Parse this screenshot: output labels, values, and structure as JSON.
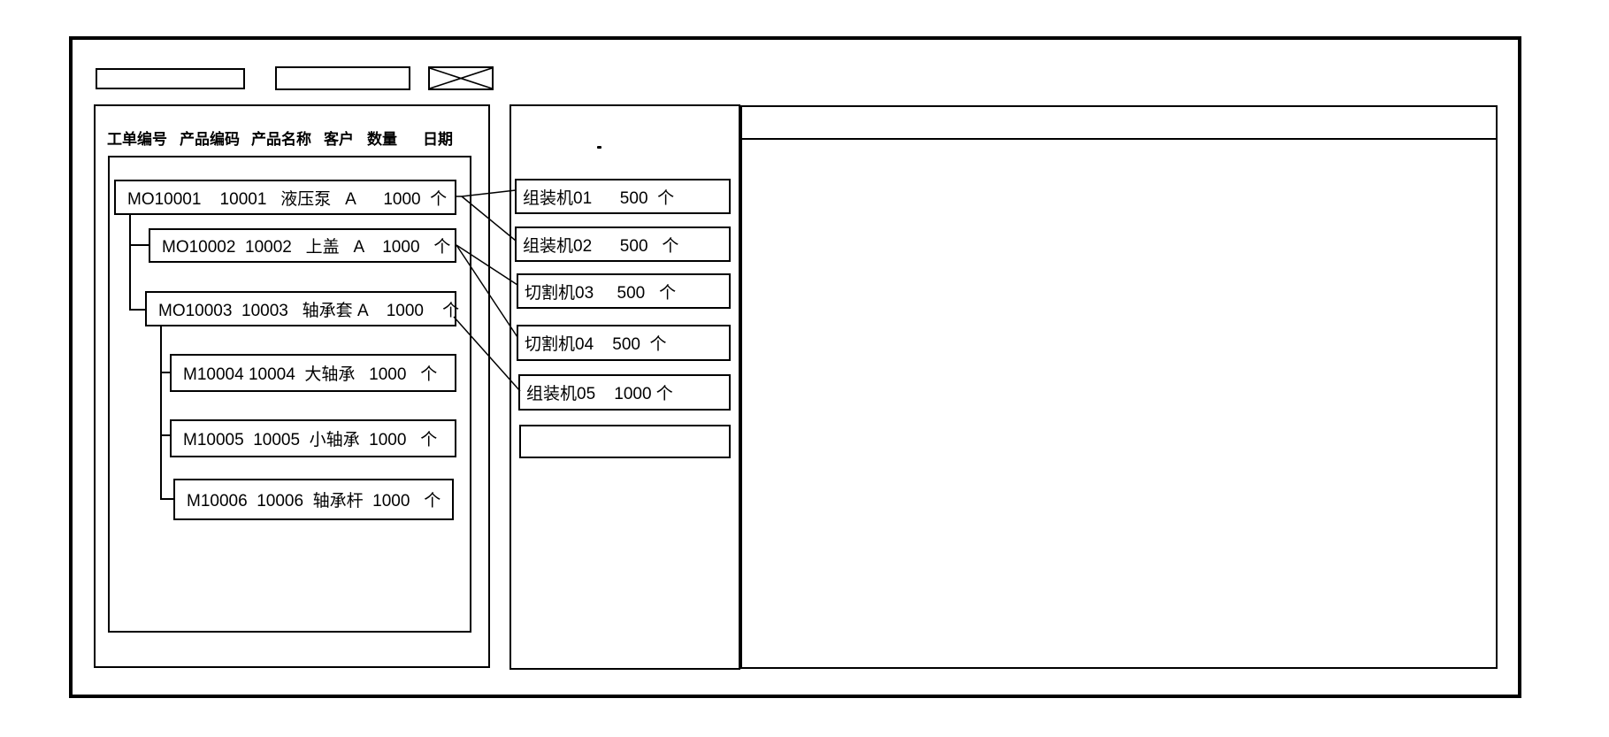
{
  "window": {
    "toolbar": {
      "placeholder_field_1": "",
      "placeholder_field_2": "",
      "close_icon": "x-crossed-box"
    }
  },
  "left_panel": {
    "columns": [
      "工单编号",
      "产品编码",
      "产品名称",
      "客户",
      "数量",
      "日期"
    ],
    "orders": [
      {
        "text": "MO10001    10001   液压泵   A      1000  个",
        "order_no": "MO10001",
        "product_code": "10001",
        "product_name": "液压泵",
        "customer": "A",
        "qty": "1000",
        "unit": "个",
        "level": 0
      },
      {
        "text": "MO10002  10002   上盖   A    1000   个",
        "order_no": "MO10002",
        "product_code": "10002",
        "product_name": "上盖",
        "customer": "A",
        "qty": "1000",
        "unit": "个",
        "level": 1
      },
      {
        "text": "MO10003  10003   轴承套 A    1000    个",
        "order_no": "MO10003",
        "product_code": "10003",
        "product_name": "轴承套",
        "customer": "A",
        "qty": "1000",
        "unit": "个",
        "level": 1
      },
      {
        "text": "M10004 10004  大轴承   1000   个",
        "order_no": "M10004",
        "product_code": "10004",
        "product_name": "大轴承",
        "customer": "",
        "qty": "1000",
        "unit": "个",
        "level": 2
      },
      {
        "text": "M10005  10005  小轴承  1000   个",
        "order_no": "M10005",
        "product_code": "10005",
        "product_name": "小轴承",
        "customer": "",
        "qty": "1000",
        "unit": "个",
        "level": 2
      },
      {
        "text": "M10006  10006  轴承杆  1000   个",
        "order_no": "M10006",
        "product_code": "10006",
        "product_name": "轴承杆",
        "customer": "",
        "qty": "1000",
        "unit": "个",
        "level": 2
      }
    ]
  },
  "machine_panel": {
    "note_dot": ".",
    "items": [
      {
        "text": "组装机01      500  个",
        "machine": "组装机01",
        "qty": "500",
        "unit": "个"
      },
      {
        "text": "组装机02      500   个",
        "machine": "组装机02",
        "qty": "500",
        "unit": "个"
      },
      {
        "text": "切割机03     500   个",
        "machine": "切割机03",
        "qty": "500",
        "unit": "个"
      },
      {
        "text": "切割机04    500  个",
        "machine": "切割机04",
        "qty": "500",
        "unit": "个"
      },
      {
        "text": "组装机05    1000 个",
        "machine": "组装机05",
        "qty": "1000",
        "unit": "个"
      },
      {
        "text": "",
        "machine": "",
        "qty": "",
        "unit": ""
      }
    ]
  },
  "right_panel": {
    "header": "",
    "body": ""
  },
  "connections": [
    {
      "from": "MO10001",
      "to": "组装机01"
    },
    {
      "from": "MO10001",
      "to": "组装机02"
    },
    {
      "from": "MO10002",
      "to": "切割机03"
    },
    {
      "from": "MO10002",
      "to": "切割机04"
    },
    {
      "from": "MO10003",
      "to": "组装机05"
    }
  ],
  "colors": {
    "line": "#000000",
    "background": "#ffffff"
  }
}
